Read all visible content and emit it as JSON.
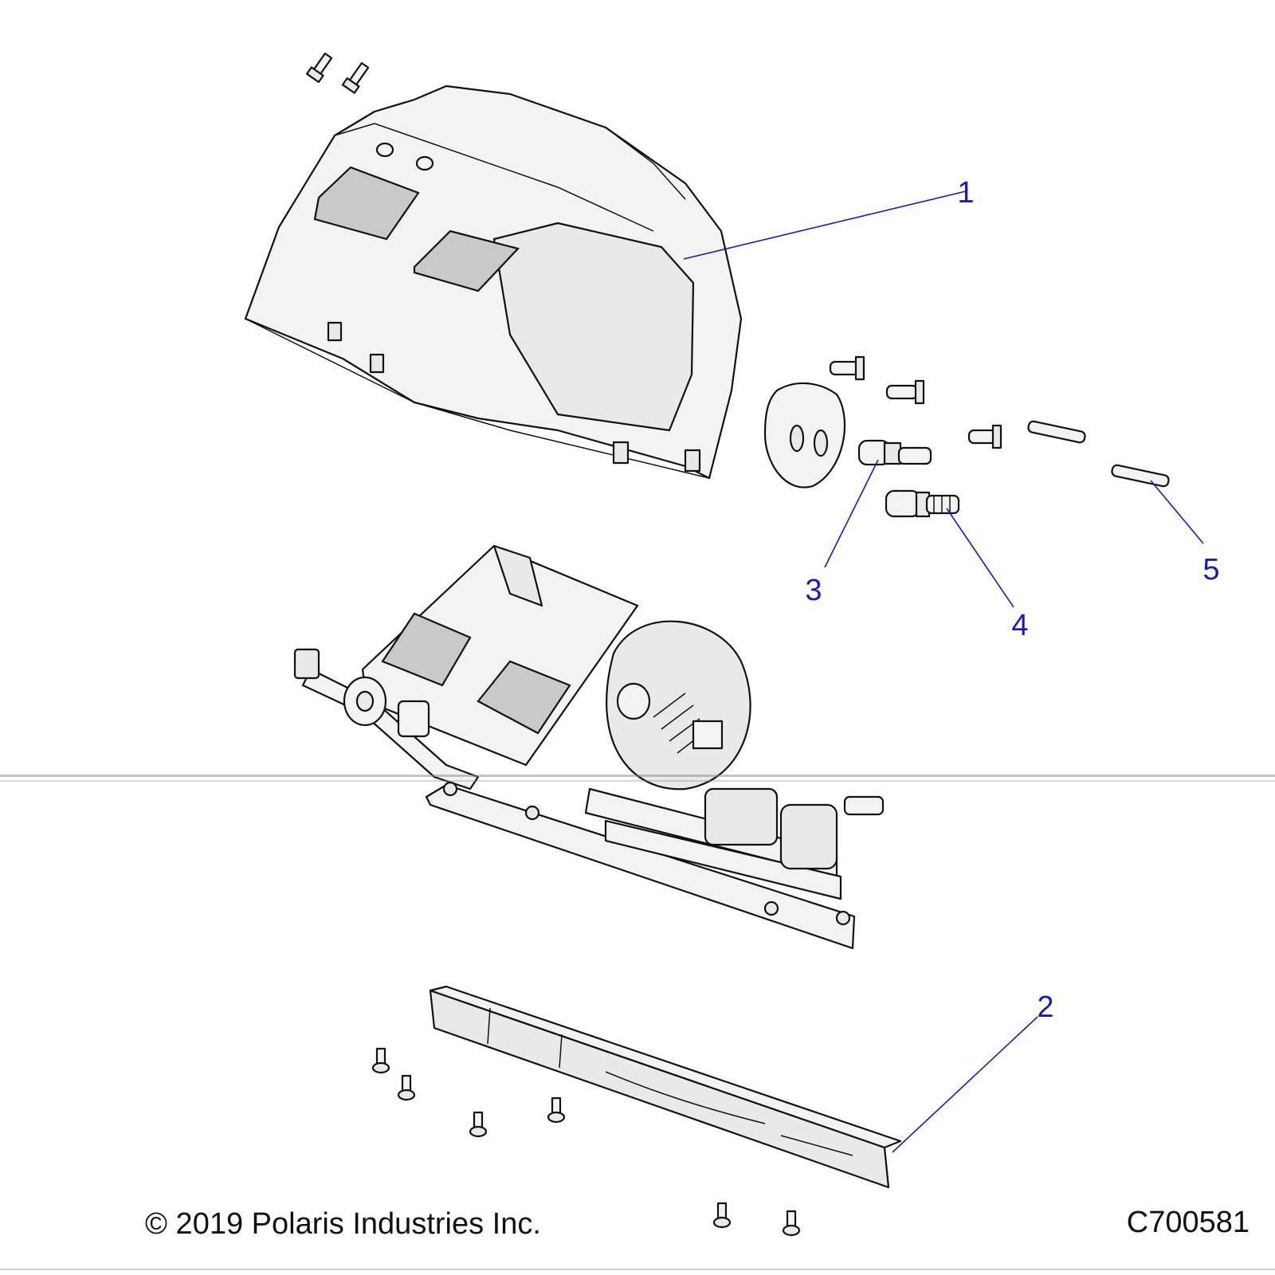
{
  "callouts": [
    {
      "label": "1"
    },
    {
      "label": "2"
    },
    {
      "label": "3"
    },
    {
      "label": "4"
    },
    {
      "label": "5"
    }
  ],
  "footer": {
    "copyright": "© 2019 Polaris Industries Inc.",
    "drawing_number": "C700581"
  },
  "colors": {
    "callout": "#1a1ab8",
    "line": "#111111",
    "part_fill": "#e9e9e9"
  }
}
